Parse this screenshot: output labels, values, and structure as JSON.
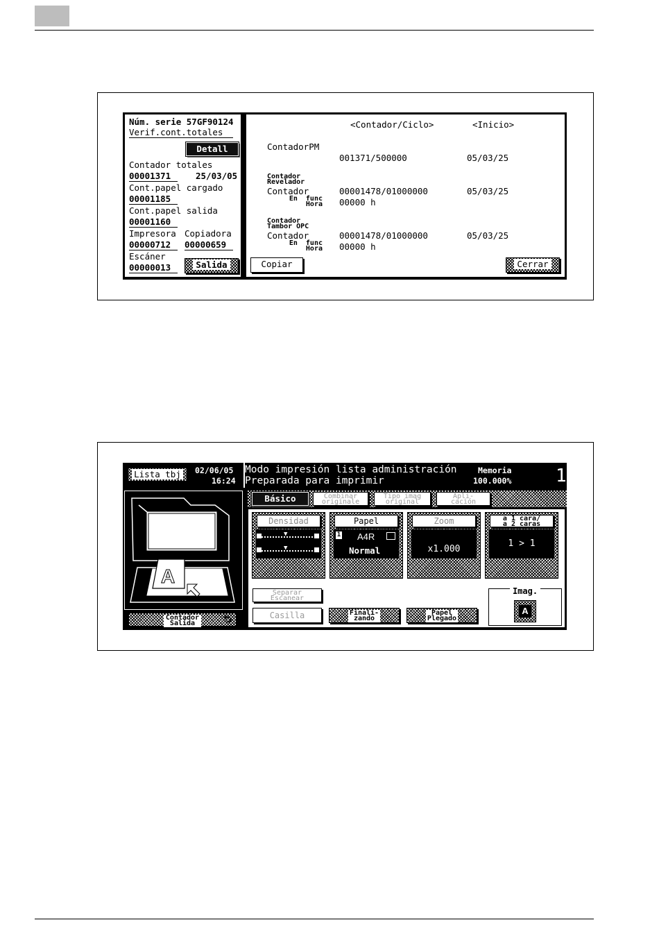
{
  "screen1": {
    "left": {
      "serie": "Núm. serie 57GF90124",
      "verif": "Verif.cont.totales",
      "detail_btn": "Detall",
      "total_label": "Contador totales",
      "total_value": "00001371",
      "total_date": "25/03/05",
      "paper_loaded_label": "Cont.papel cargado",
      "paper_loaded_value": "00001185",
      "paper_out_label": "Cont.papel salida",
      "paper_out_value": "00001160",
      "printer_label": "Impresora",
      "copier_label": "Copiadora",
      "printer_value": "00000712",
      "copier_value": "00000659",
      "scanner_label": "Escáner",
      "scanner_value": "00000013",
      "salida_btn": "Salida"
    },
    "right": {
      "col_counter": "<Contador/Ciclo>",
      "col_start": "<Inicio>",
      "pm_label": "ContadorPM",
      "pm_value": "001371/500000",
      "pm_date": "05/03/25",
      "dev_title": "Contador\nRevelador",
      "dev_counter_label": "Contador",
      "dev_counter_value": "00001478/01000000",
      "dev_date": "05/03/25",
      "dev_time_label": "En  func\nHora",
      "dev_time_value": "00000 h",
      "drum_title": "Contador\nTambor OPC",
      "drum_counter_label": "Contador",
      "drum_counter_value": "00001478/01000000",
      "drum_date": "05/03/25",
      "drum_time_label": "En  func\nHora",
      "drum_time_value": "00000 h",
      "copy_btn": "Copiar",
      "close_btn": "Cerrar"
    }
  },
  "screen2": {
    "job_list_btn": "Lista tbj",
    "date": "02/06/05",
    "time": "16:24",
    "mode_line": "Modo impresión lista administración",
    "status_line": "Preparada para imprimir",
    "memory_label": "Memoria",
    "memory_value": "100.000%",
    "copies": "1",
    "tabs": {
      "basic": "Básico",
      "combine": "Combinar\noriginale",
      "image_type": "Tipo imag\noriginal",
      "apps": "Apli-\ncación"
    },
    "density_label": "Densidad",
    "paper_label": "Papel",
    "paper_size": "A4R",
    "paper_type": "Normal",
    "paper_tray": "1",
    "zoom_label": "Zoom",
    "zoom_value": "x1.000",
    "duplex_label": "a 1 cara/\na 2 caras",
    "duplex_value": "1 > 1",
    "separate_scan": "Separar\nEscanear",
    "mailbox": "Casilla",
    "finishing": "Finali-\nzando",
    "folding": "Papel\nPlegado",
    "image_label": "Imag.",
    "image_icon_letter": "A",
    "output_counter": "Contador\nSalida"
  }
}
